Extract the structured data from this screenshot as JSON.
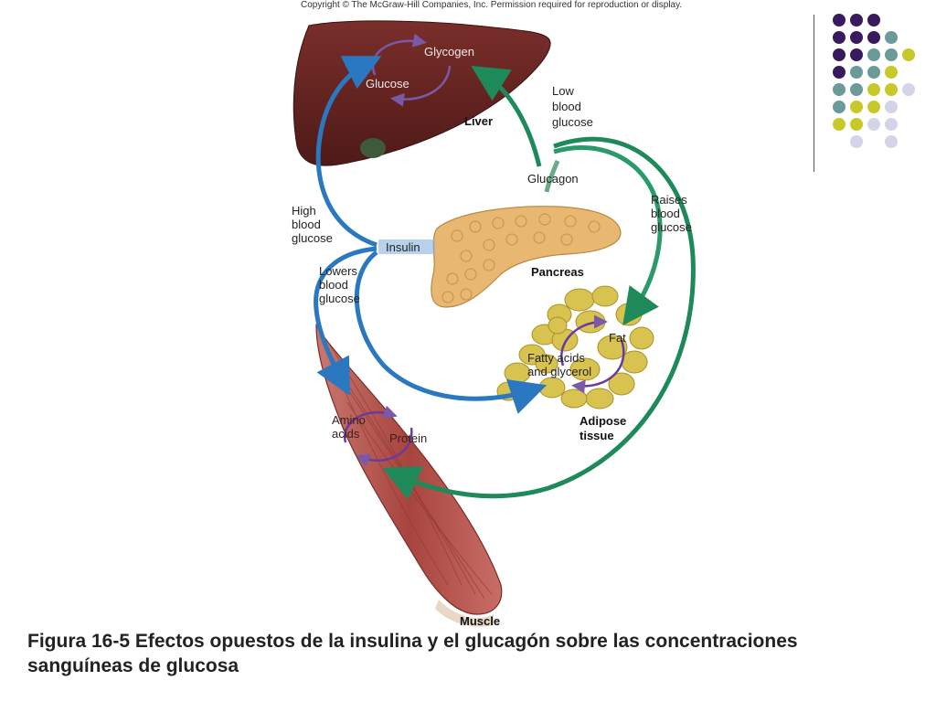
{
  "copyright": "Copyright © The McGraw-Hill Companies, Inc. Permission required for reproduction or display.",
  "labels": {
    "glycogen": "Glycogen",
    "glucose": "Glucose",
    "liver": "Liver",
    "low_blood_glucose": [
      "Low",
      "blood",
      "glucose"
    ],
    "glucagon": "Glucagon",
    "raises_blood_glucose": [
      "Raises",
      "blood",
      "glucose"
    ],
    "high_blood_glucose": [
      "High",
      "blood",
      "glucose"
    ],
    "insulin": "Insulin",
    "pancreas": "Pancreas",
    "lowers_blood_glucose": [
      "Lowers",
      "blood",
      "glucose"
    ],
    "fat": "Fat",
    "fatty_acids_glycerol": [
      "Fatty acids",
      "and glycerol"
    ],
    "adipose_tissue": [
      "Adipose",
      "tissue"
    ],
    "amino_acids": [
      "Amino",
      "acids"
    ],
    "protein": "Protein",
    "muscle": "Muscle"
  },
  "caption": "Figura 16-5 Efectos opuestos de la insulina y el glucagón sobre las concentraciones sanguíneas de glucosa",
  "colors": {
    "insulin_arrow": "#2a78c0",
    "glucagon_arrow": "#1e8a5a",
    "cycle_arrow": "#7a5aa8",
    "liver": "#6e2a26",
    "pancreas": "#e8b873",
    "fat": "#d8c250",
    "muscle": "#b85a52"
  }
}
